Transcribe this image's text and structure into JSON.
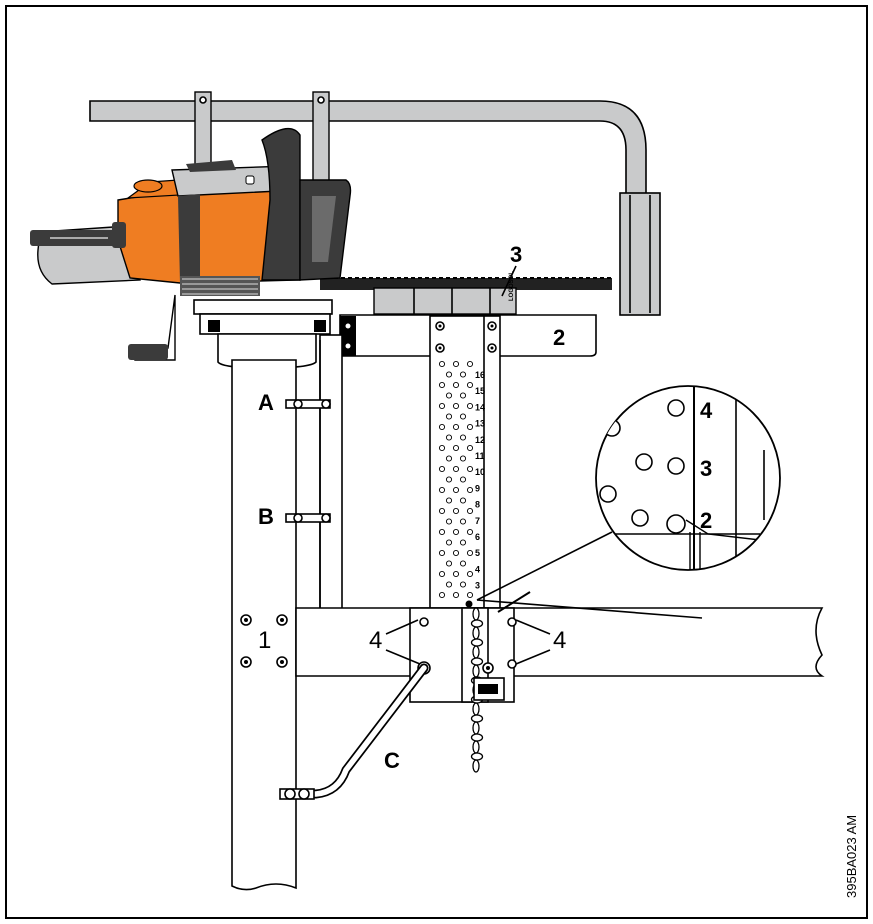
{
  "figure_code": "395BA023 AM",
  "labels": {
    "a": "A",
    "b": "B",
    "c": "C",
    "one": "1",
    "two": "2",
    "three": "3",
    "four": "4"
  },
  "scale_numbers": [
    "16",
    "15",
    "14",
    "13",
    "12",
    "11",
    "10",
    "9",
    "8",
    "7",
    "6",
    "5",
    "4",
    "3"
  ],
  "inset_numbers": [
    "4",
    "3",
    "2"
  ],
  "bar_marking": "LOGOSOL",
  "colors": {
    "saw_orange": "#ef7d22",
    "saw_dark": "#3b3b3b",
    "rail_gray": "#c9cacb",
    "line": "#000000"
  }
}
